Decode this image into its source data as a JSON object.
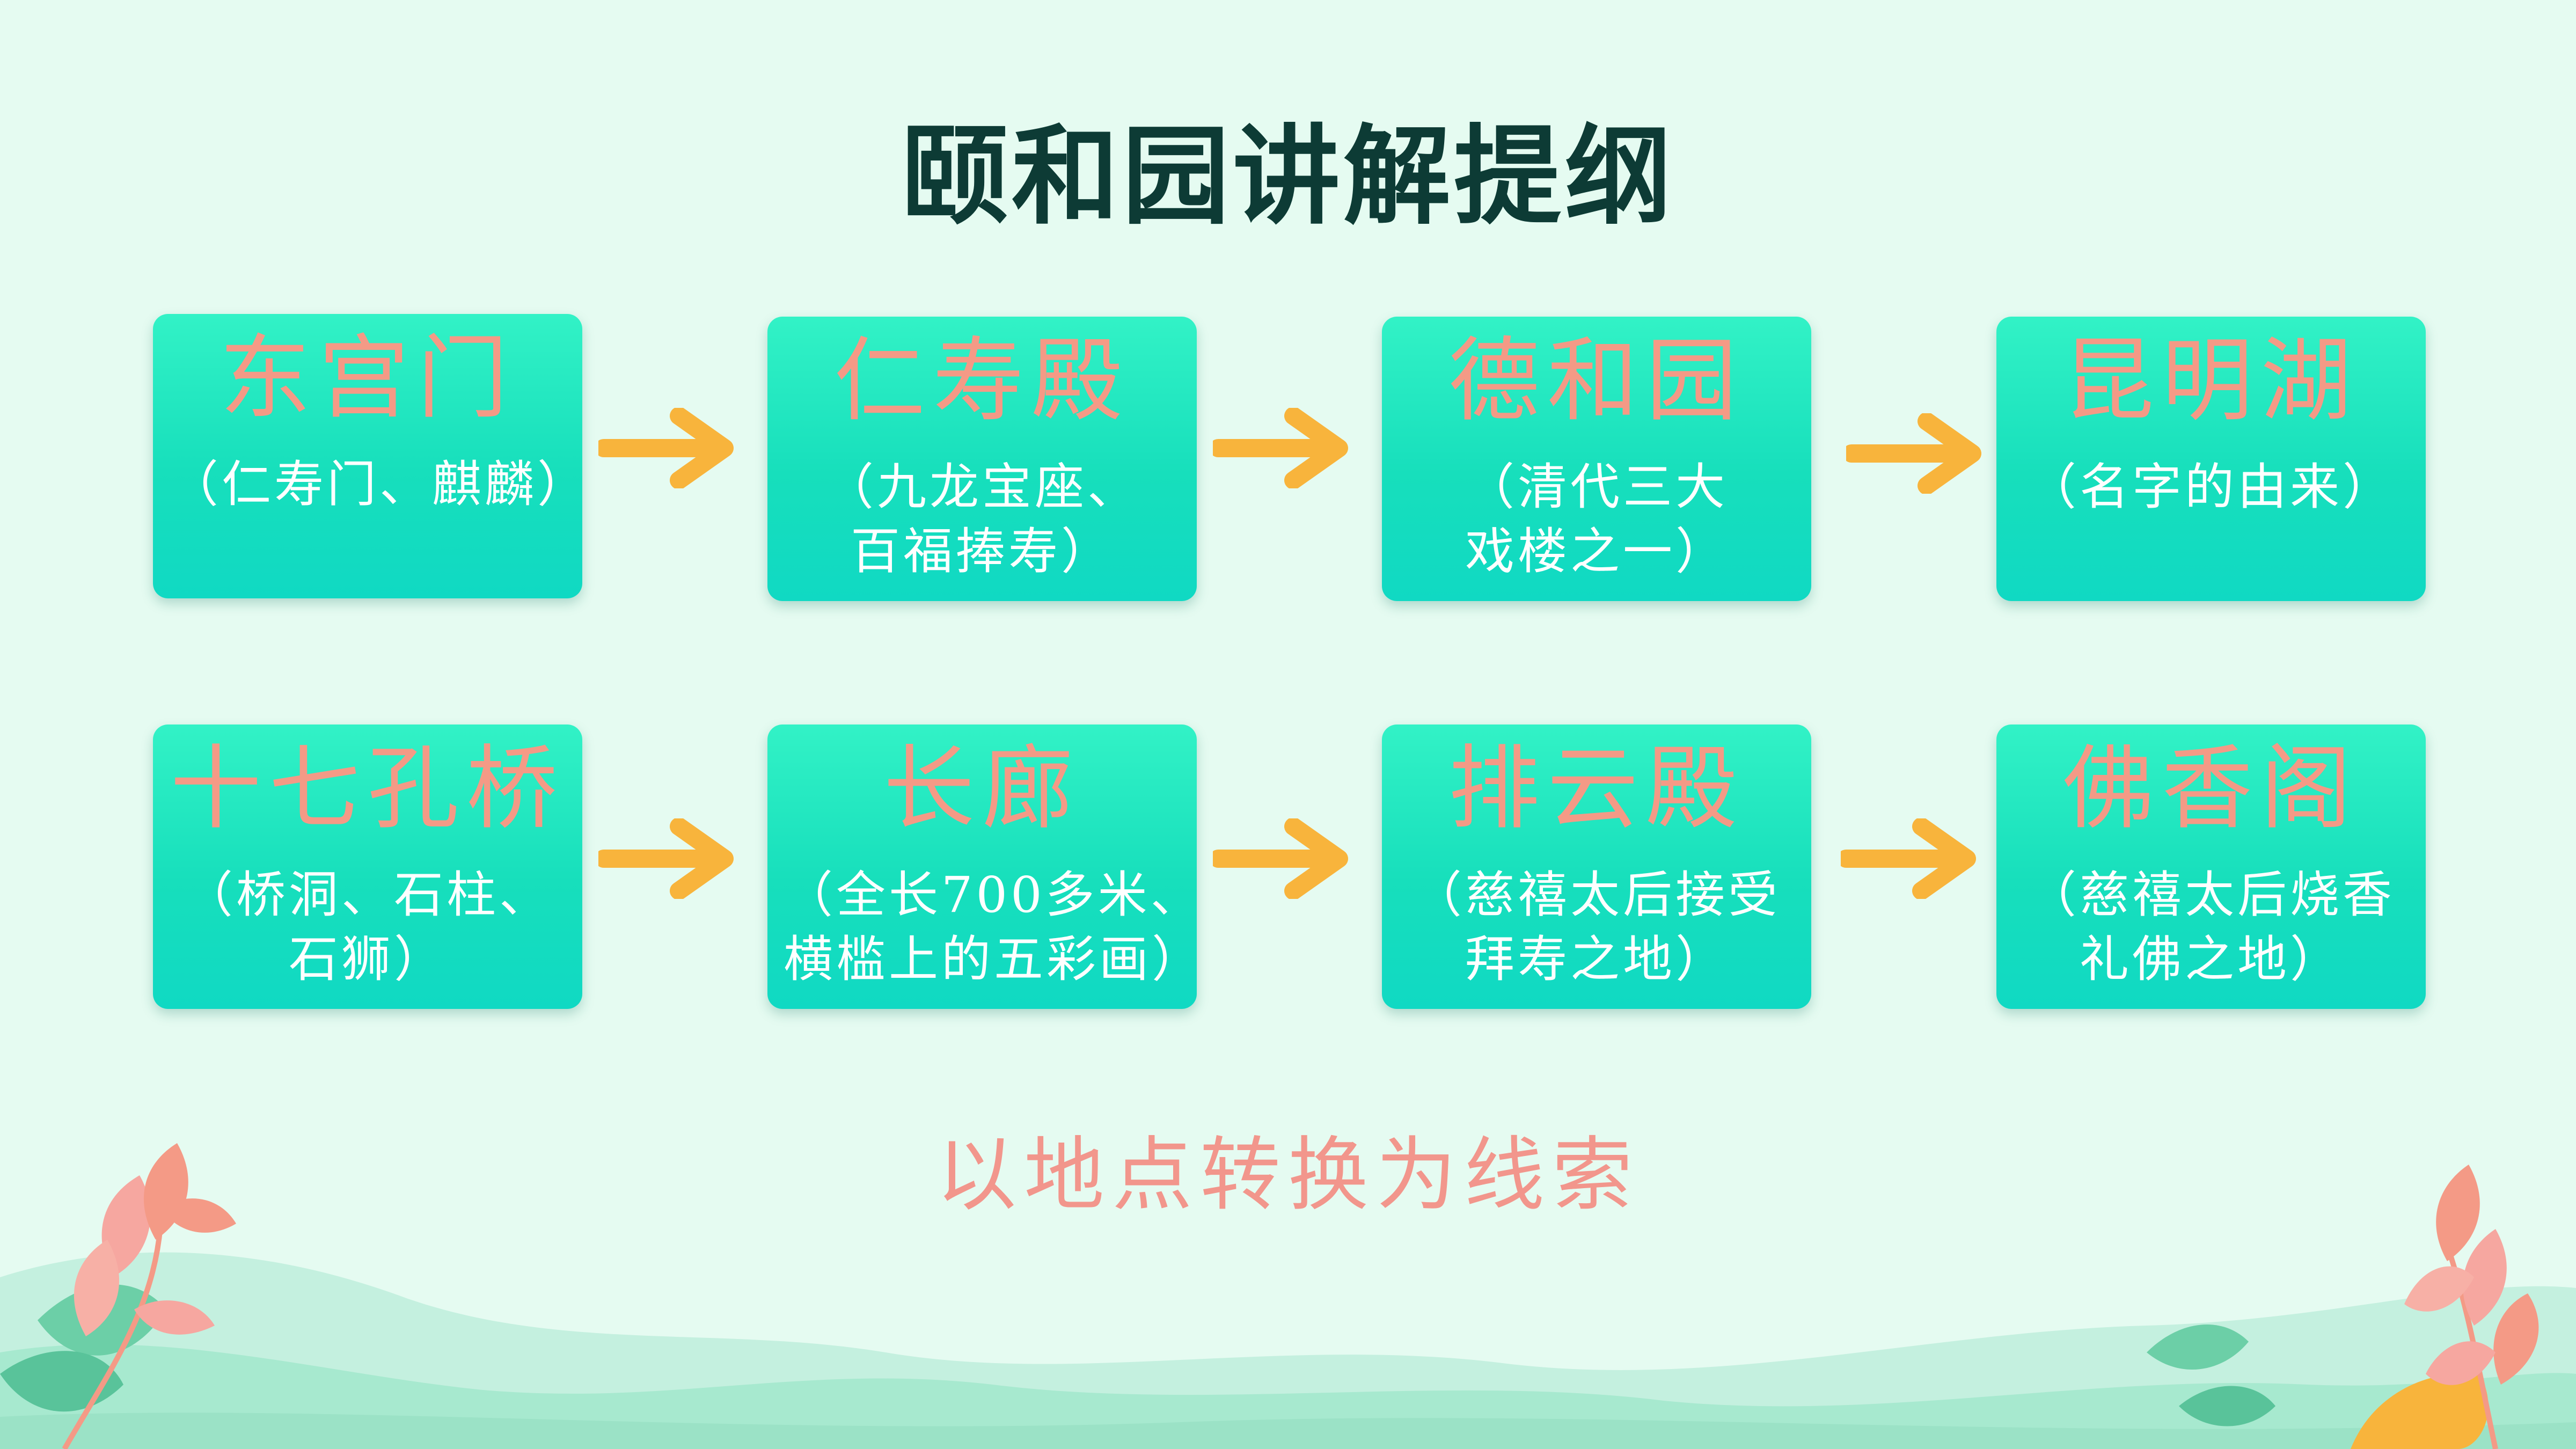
{
  "title": "颐和园讲解提纲",
  "rows": [
    {
      "boxes": [
        {
          "name": "东宫门",
          "desc": [
            "（仁寿门、麒麟）"
          ]
        },
        {
          "name": "仁寿殿",
          "desc": [
            "（九龙宝座、",
            "百福捧寿）"
          ]
        },
        {
          "name": "德和园",
          "desc": [
            "（清代三大",
            "戏楼之一）"
          ]
        },
        {
          "name": "昆明湖",
          "desc": [
            "（名字的由来）"
          ]
        }
      ]
    },
    {
      "boxes": [
        {
          "name": "十七孔桥",
          "desc": [
            "（桥洞、石柱、",
            "石狮）"
          ]
        },
        {
          "name": "长廊",
          "desc": [
            "（全长700多米、",
            "横槛上的五彩画）"
          ]
        },
        {
          "name": "排云殿",
          "desc": [
            "（慈禧太后接受",
            "拜寿之地）"
          ]
        },
        {
          "name": "佛香阁",
          "desc": [
            "（慈禧太后烧香",
            "礼佛之地）"
          ]
        }
      ]
    }
  ],
  "footer": "以地点转换为线索",
  "colors": {
    "background": "#e5fbf1",
    "title": "#0d3b35",
    "box_gradient_top": "#32f2c6",
    "box_gradient_bottom": "#10d9c3",
    "box_title": "#f49a86",
    "box_desc": "#ffffff",
    "arrow": "#f8b43c",
    "footer": "#f2968c"
  },
  "icons": [
    "arrow-right-icon",
    "leaf-branch-icon"
  ]
}
